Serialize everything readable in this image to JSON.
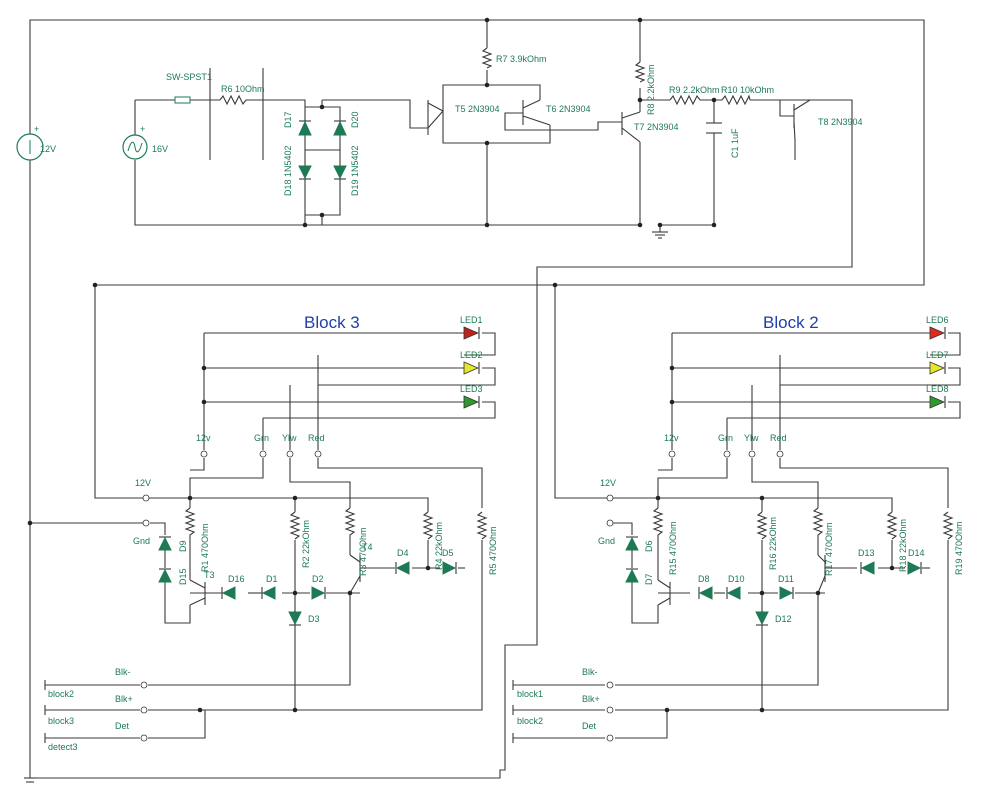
{
  "blocks": {
    "block3_title": "Block 3",
    "block2_title": "Block 2"
  },
  "supply": {
    "dc_source": "12V",
    "ac_source": "16V",
    "switch": "SW-SPST1"
  },
  "top_circuit": {
    "r6": "R6 10Ohm",
    "d17": "D17",
    "d20": "D20",
    "d18": "D18 1N5402",
    "d19": "D19 1N5402",
    "r7": "R7 3.9kOhm",
    "t5": "T5 2N3904",
    "t6": "T6 2N3904",
    "r8": "R8 2.2kOhm",
    "t7": "T7 2N3904",
    "r9": "R9 2.2kOhm",
    "r10": "R10 10kOhm",
    "c1": "C1 1uF",
    "t8": "T8 2N3904"
  },
  "block3": {
    "leds": [
      "LED1",
      "LED2",
      "LED3"
    ],
    "led_colors": [
      "#c0231e",
      "#e6e62a",
      "#2e9a2e"
    ],
    "conn_12v_a": "12v",
    "conn_grn": "Grn",
    "conn_ylw": "Ylw",
    "conn_red": "Red",
    "conn_12v_b": "12V",
    "conn_gnd": "Gnd",
    "d9": "D9",
    "d15": "D15",
    "r1": "R1 470Ohm",
    "t3": "T3",
    "d16": "D16",
    "d1": "D1",
    "d2": "D2",
    "d3": "D3",
    "r2": "R2 22kOhm",
    "r3": "R3 470Ohm",
    "t4": "T4",
    "d4": "D4",
    "r4": "R4 22kOhm",
    "d5": "D5",
    "r5": "R5 470Ohm",
    "blk_minus": "Blk-",
    "blk_plus": "Blk+",
    "det": "Det",
    "port1": "block2",
    "port2": "block3",
    "port3": "detect3"
  },
  "block2": {
    "leds": [
      "LED6",
      "LED7",
      "LED8"
    ],
    "led_colors": [
      "#e02a1e",
      "#e6e62a",
      "#2e9a2e"
    ],
    "conn_12v_a": "12v",
    "conn_grn": "Grn",
    "conn_ylw": "Ylw",
    "conn_red": "Red",
    "conn_12v_b": "12V",
    "conn_gnd": "Gnd",
    "d6": "D6",
    "d7": "D7",
    "r15": "R15 470Ohm",
    "d8": "D8",
    "d10": "D10",
    "d11": "D11",
    "d12": "D12",
    "r16": "R16 22kOhm",
    "r17": "R17 470Ohm",
    "d13": "D13",
    "r18": "R18 22kOhm",
    "d14": "D14",
    "r19": "R19 470Ohm",
    "blk_minus": "Blk-",
    "blk_plus": "Blk+",
    "det": "Det",
    "port1": "block1",
    "port2": "block2"
  }
}
